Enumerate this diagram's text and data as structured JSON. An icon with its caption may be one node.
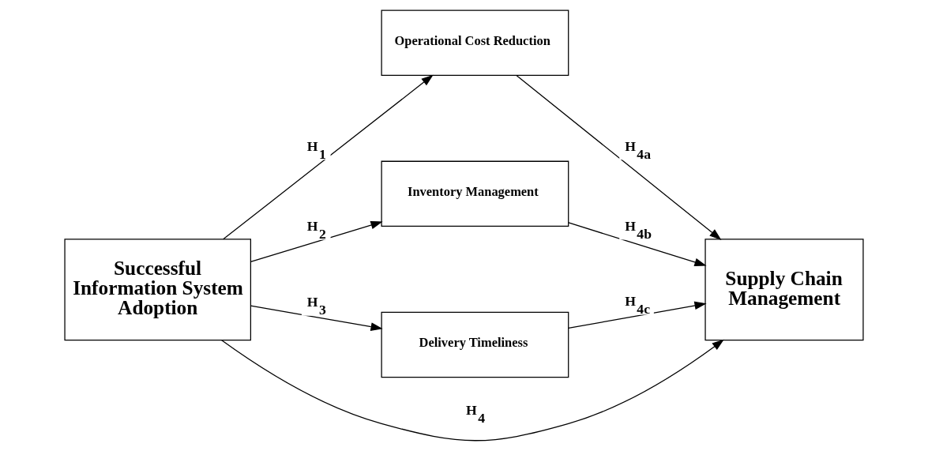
{
  "diagram": {
    "nodes": [
      {
        "text": [
          "Successful Information System Adoption"
        ]
      },
      {
        "text": [
          "Operational Cost Reduction"
        ]
      },
      {
        "text": [
          "Inventory Management"
        ]
      },
      {
        "text": [
          "Delivery Timeliness"
        ]
      },
      {
        "text": [
          "Supply Chain Management"
        ]
      }
    ],
    "edges": [
      {
        "from": 0,
        "to": 1,
        "arrow": "to",
        "label": "H$_{1}$"
      },
      {
        "from": 0,
        "to": 2,
        "arrow": "to",
        "label": "H$_{2}$"
      },
      {
        "from": 0,
        "to": 3,
        "arrow": "to",
        "label": "H$_{3}$"
      },
      {
        "from": 1,
        "to": 4,
        "arrow": "to",
        "label": "H$_{4a}$"
      },
      {
        "from": 2,
        "to": 4,
        "arrow": "to",
        "label": "H$_{4b}$"
      },
      {
        "from": 3,
        "to": 4,
        "arrow": "to",
        "label": "H$_{4c}$"
      },
      {
        "from": 0,
        "to": 4,
        "arrow": "to",
        "label": "H$_{4}$"
      }
    ]
  }
}
